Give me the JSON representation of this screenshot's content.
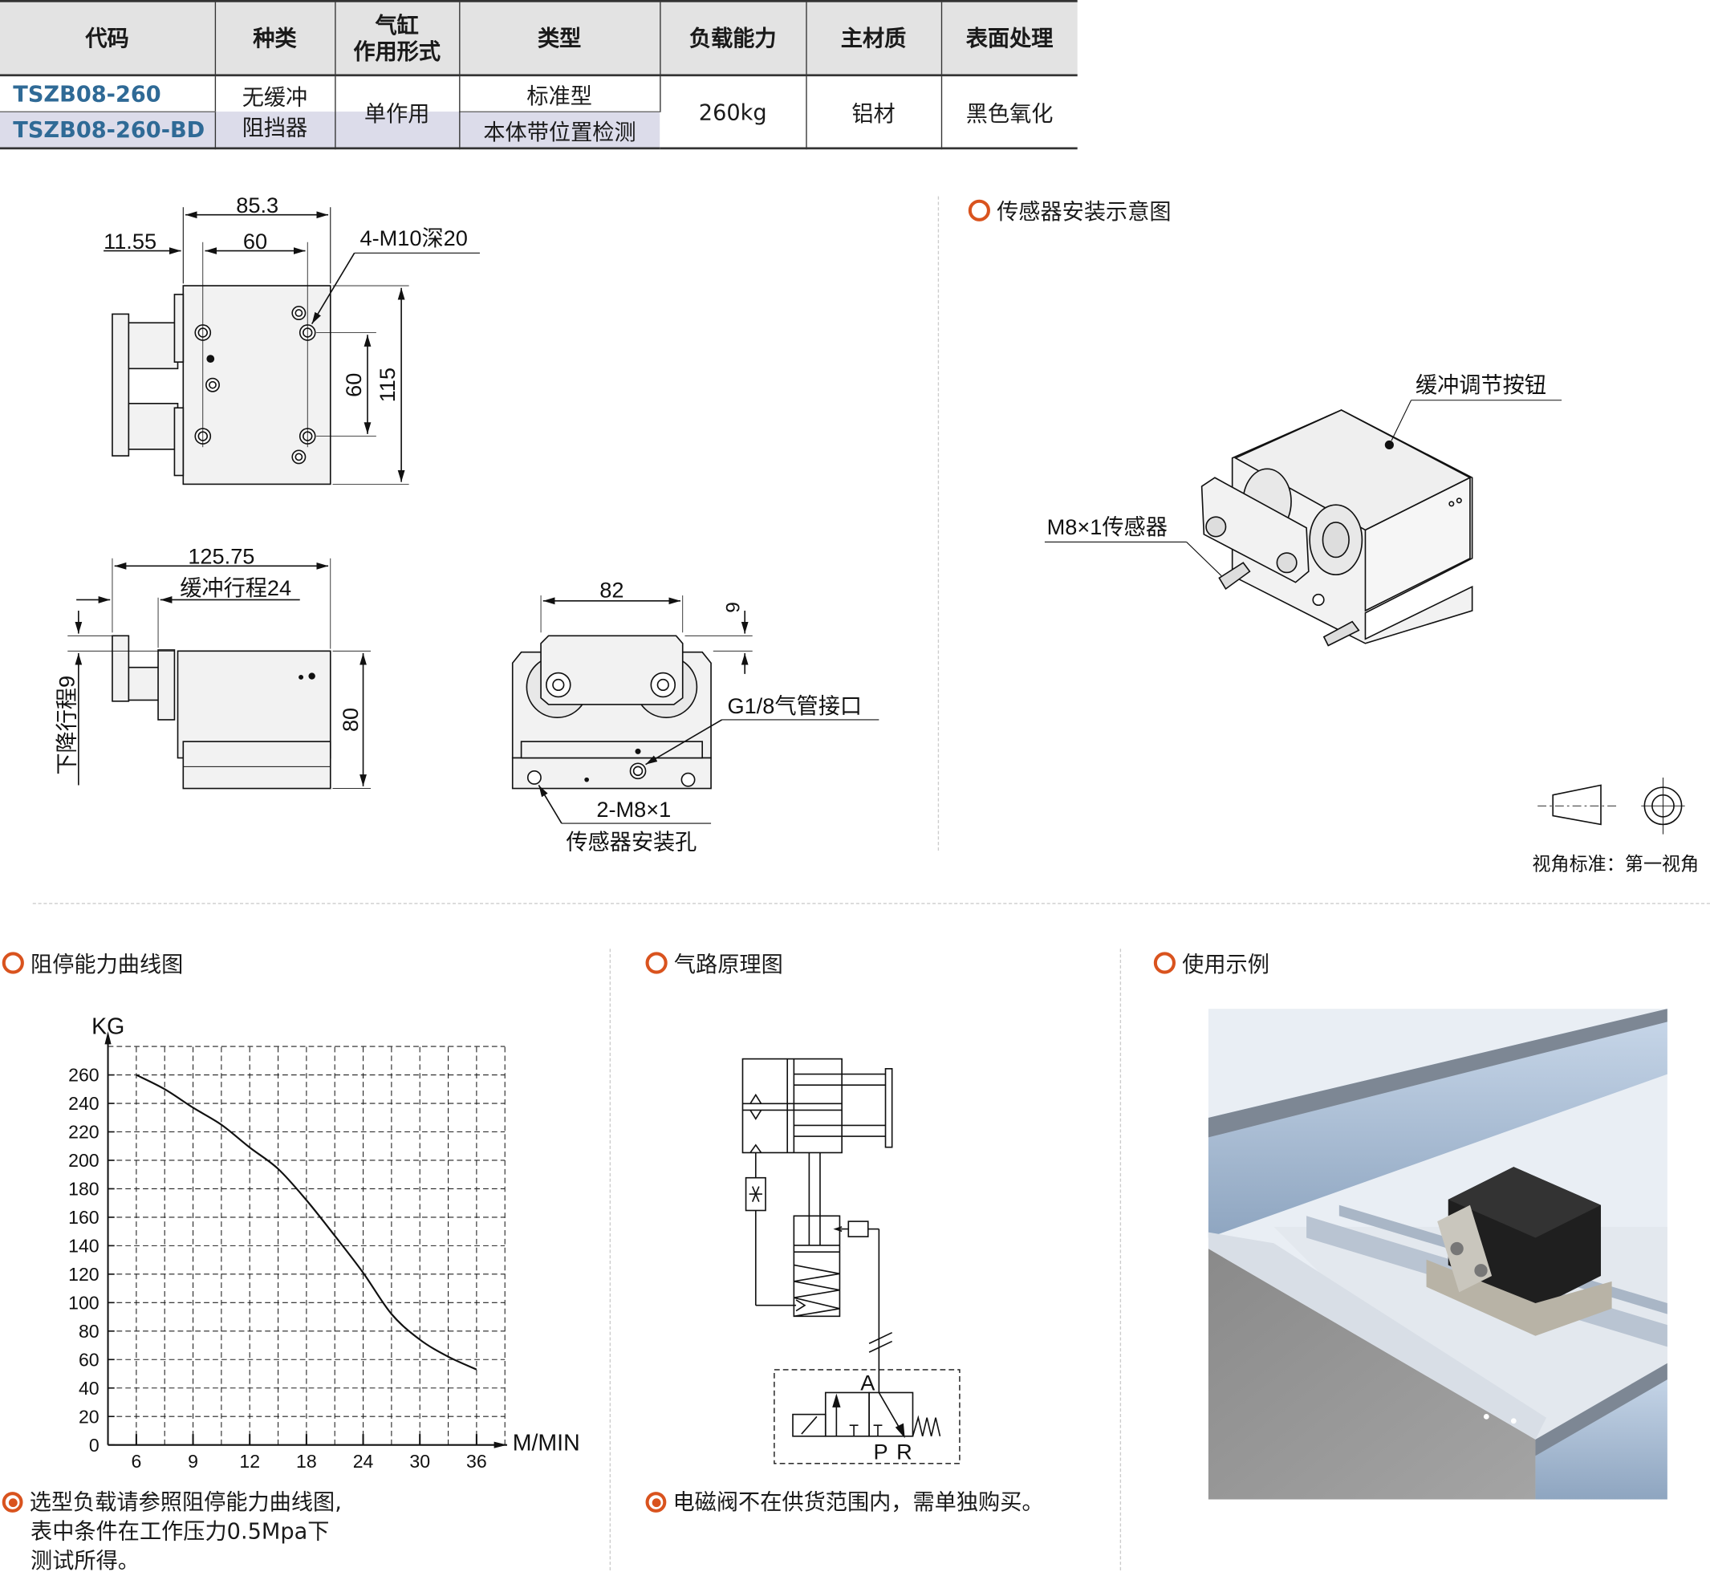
{
  "table": {
    "headers": [
      "代码",
      "种类",
      "气缸\n作用形式",
      "类型",
      "负载能力",
      "主材质",
      "表面处理"
    ],
    "header_cylinder_line1": "气缸",
    "header_cylinder_line2": "作用形式",
    "rows": [
      {
        "code": "TSZB08-260",
        "type": "标准型"
      },
      {
        "code": "TSZB08-260-BD",
        "type": "本体带位置检测"
      }
    ],
    "kind_line1": "无缓冲",
    "kind_line2": "阻挡器",
    "action": "单作用",
    "load": "260kg",
    "material": "铝材",
    "surface": "黑色氧化"
  },
  "drawings": {
    "top_view": {
      "dim_overall": "85.3",
      "dim_offset": "11.55",
      "dim_hole_pitch": "60",
      "hole_callout": "4-M10深20",
      "dim_vertical_pitch": "60",
      "dim_height": "115"
    },
    "side_view": {
      "dim_length": "125.75",
      "buffer_stroke": "缓冲行程24",
      "drop_stroke": "下降行程9",
      "dim_height": "80"
    },
    "front_view": {
      "dim_width": "82",
      "dim_top": "9",
      "air_port": "G1/8气管接口",
      "sensor_hole_spec": "2-M8×1",
      "sensor_hole_label": "传感器安装孔"
    }
  },
  "sensor_section": {
    "title": "传感器安装示意图",
    "buffer_knob_label": "缓冲调节按钮",
    "sensor_label": "M8×1传感器",
    "view_standard": "视角标准：第一视角"
  },
  "chart_section": {
    "title": "阻停能力曲线图",
    "note_lines": [
      "选型负载请参照阻停能力曲线图,",
      "表中条件在工作压力0.5Mpa下",
      "测试所得。"
    ]
  },
  "chart_data": {
    "type": "line",
    "title": "阻停能力曲线图",
    "xlabel": "M/MIN",
    "ylabel": "KG",
    "x_tick_labels": [
      "6",
      "9",
      "12",
      "18",
      "24",
      "30",
      "36"
    ],
    "y_tick_labels": [
      "0",
      "20",
      "40",
      "60",
      "80",
      "100",
      "120",
      "140",
      "160",
      "180",
      "200",
      "220",
      "240",
      "260"
    ],
    "ylim": [
      0,
      280
    ],
    "grid": true,
    "series": [
      {
        "name": "阻停能力",
        "x": [
          6,
          7.5,
          9,
          10.5,
          12,
          15,
          18,
          21,
          24,
          27,
          30,
          33,
          36
        ],
        "y": [
          260,
          250,
          237,
          225,
          209,
          194,
          172,
          147,
          121,
          92,
          74,
          62,
          53
        ]
      }
    ]
  },
  "pneumatic_section": {
    "title": "气路原理图",
    "port_a": "A",
    "port_p": "P",
    "port_r": "R",
    "note": "电磁阀不在供货范围内，需单独购买。"
  },
  "usage_section": {
    "title": "使用示例"
  },
  "colors": {
    "accent": "#d9531e",
    "code_text": "#2f6a96",
    "highlight_row": "#dcdcea",
    "header_bg": "#e3e3e3"
  }
}
